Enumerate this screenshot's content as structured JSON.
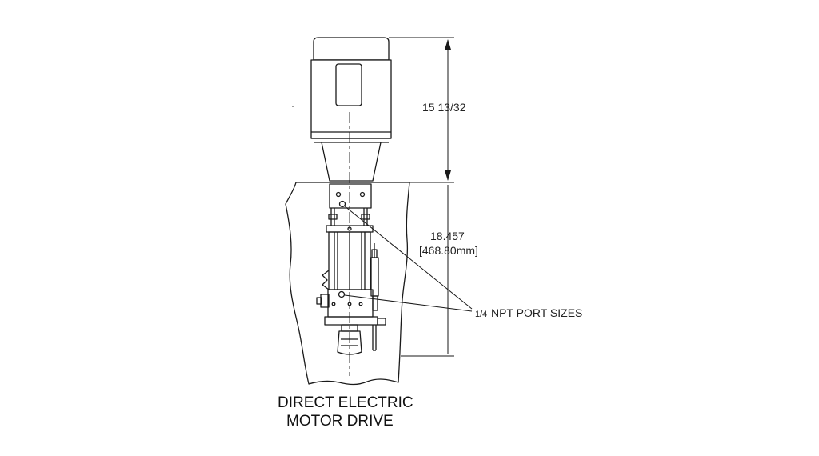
{
  "drawing": {
    "title_line1": "DIRECT ELECTRIC",
    "title_line2": "MOTOR DRIVE",
    "dimension_motor": "15 13/32",
    "dimension_pump": "18.457",
    "dimension_pump_metric": "[468.80mm]",
    "port_callout_fraction": "1/4",
    "port_callout_text": "NPT PORT SIZES",
    "line_color": "#1a1a1a",
    "background_color": "#ffffff"
  }
}
